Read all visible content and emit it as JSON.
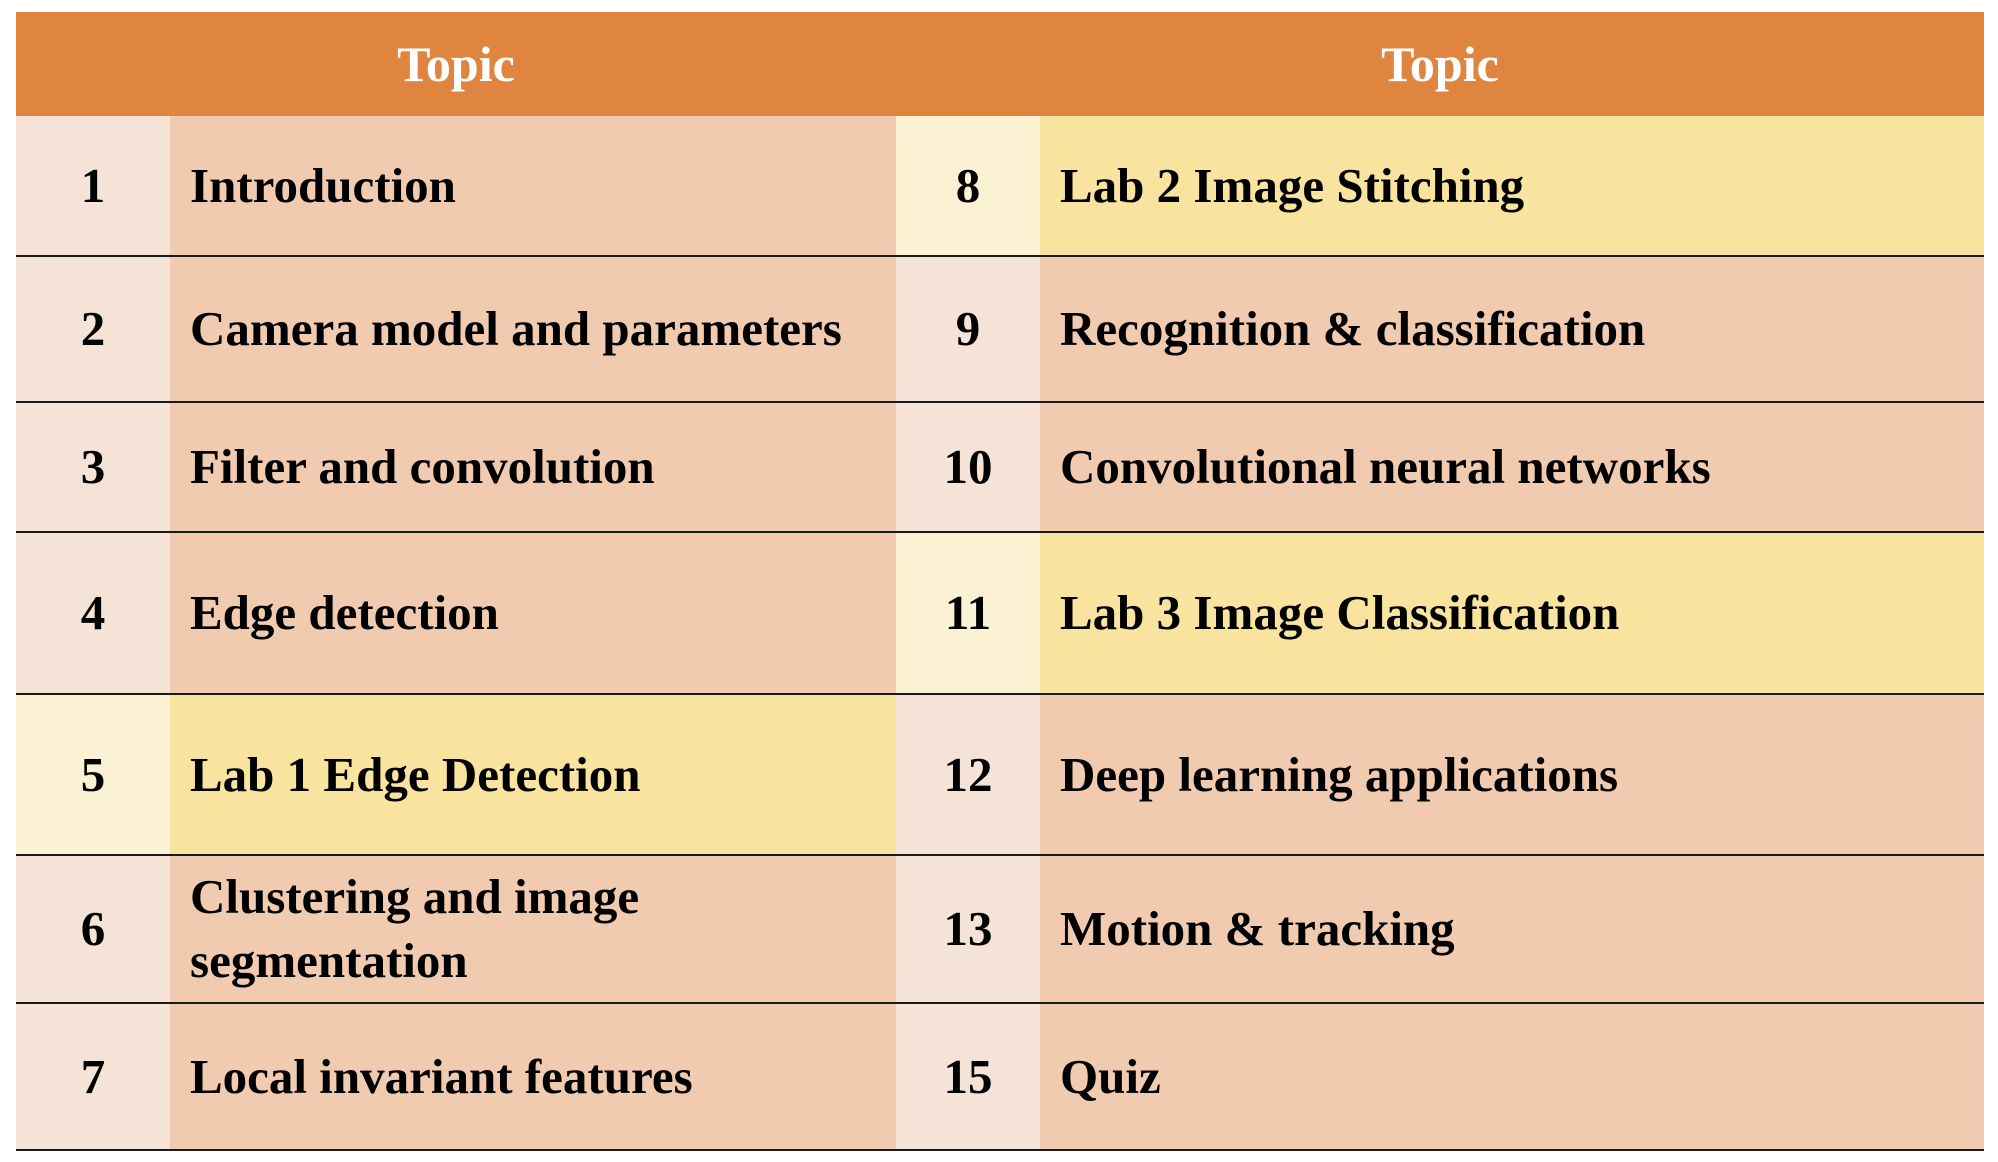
{
  "header": {
    "left_label": "Topic",
    "right_label": "Topic"
  },
  "rows": [
    {
      "left": {
        "num": "1",
        "topic": "Introduction",
        "lab": false
      },
      "right": {
        "num": "8",
        "topic": "Lab 2 Image Stitching",
        "lab": true
      }
    },
    {
      "left": {
        "num": "2",
        "topic": "Camera model and parameters",
        "lab": false
      },
      "right": {
        "num": "9",
        "topic": "Recognition & classification",
        "lab": false
      }
    },
    {
      "left": {
        "num": "3",
        "topic": "Filter and convolution",
        "lab": false
      },
      "right": {
        "num": "10",
        "topic": "Convolutional neural networks",
        "lab": false
      }
    },
    {
      "left": {
        "num": "4",
        "topic": "Edge detection",
        "lab": false
      },
      "right": {
        "num": "11",
        "topic": "Lab 3 Image Classification",
        "lab": true
      }
    },
    {
      "left": {
        "num": "5",
        "topic": "Lab 1 Edge Detection",
        "lab": true
      },
      "right": {
        "num": "12",
        "topic": "Deep learning applications",
        "lab": false
      }
    },
    {
      "left": {
        "num": "6",
        "topic": "Clustering and image segmentation",
        "lab": false
      },
      "right": {
        "num": "13",
        "topic": "Motion & tracking",
        "lab": false
      }
    },
    {
      "left": {
        "num": "7",
        "topic": "Local invariant features",
        "lab": false
      },
      "right": {
        "num": "15",
        "topic": "Quiz",
        "lab": false
      }
    }
  ],
  "colors": {
    "header_bg": "#df853f",
    "num_normal": "#f5e3d7",
    "topic_normal": "#f0cbb0",
    "num_lab": "#fbf2d3",
    "topic_lab": "#f8e49f"
  }
}
